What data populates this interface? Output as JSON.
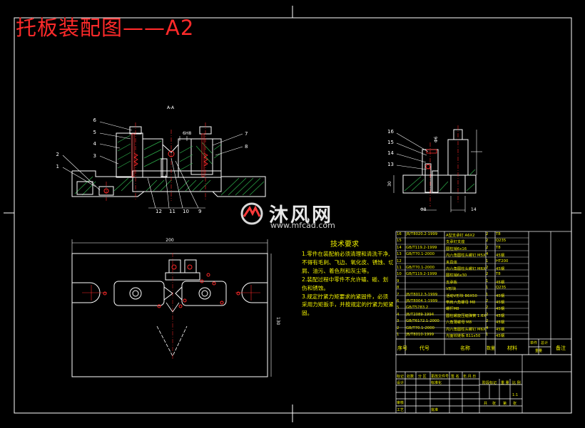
{
  "title": "托板装配图——A2",
  "section_label": "A-A",
  "part_callouts_front": [
    "6",
    "5",
    "4",
    "3",
    "2",
    "1",
    "7",
    "8",
    "12",
    "11",
    "10",
    "9"
  ],
  "part_callouts_side": [
    "16",
    "15",
    "14",
    "13"
  ],
  "dimensions": {
    "top_plan_width": "200",
    "top_plan_height": "130",
    "side_height": "30",
    "side_width": "14"
  },
  "watermark": {
    "brand": "沐风网",
    "url": "www.mfcad.com"
  },
  "tech_requirements": {
    "title": "技术要求",
    "lines": [
      "1.零件在装配前必须清理和清洗干净,",
      "不得有毛刺、飞边、氧化皮、锈蚀、切",
      "屑、油污、着色剂和灰尘等。",
      "2.装配过程中零件不允许磕、碰、划",
      "伤和锈蚀。",
      "3.规定拧紧力矩要求的紧固件，必须",
      "采用力矩扳手，并按规定的拧紧力矩紧",
      "固。"
    ]
  },
  "bom": {
    "rows": [
      {
        "no": "16",
        "code": "JB/T8020.2-1999",
        "name": "A型支承钉 A6X2",
        "qty": "2",
        "mat": "T8"
      },
      {
        "no": "15",
        "code": "",
        "name": "支承钉支座",
        "qty": "2",
        "mat": "Q235"
      },
      {
        "no": "14",
        "code": "GB/T119.2-1999",
        "name": "圆柱销6x16",
        "qty": "2",
        "mat": "T8"
      },
      {
        "no": "13",
        "code": "GB/T70.1-2000",
        "name": "内六角圆柱头螺钉 M5X12",
        "qty": "4",
        "mat": "45钢"
      },
      {
        "no": "12",
        "code": "",
        "name": "夹具体",
        "qty": "1",
        "mat": "HT200"
      },
      {
        "no": "11",
        "code": "GB/T70.1-2000",
        "name": "内六角圆柱头螺钉 M6X20",
        "qty": "2",
        "mat": "45钢"
      },
      {
        "no": "10",
        "code": "GB/T119.2-1999",
        "name": "圆柱销6x30",
        "qty": "2",
        "mat": "T8"
      },
      {
        "no": "9",
        "code": "",
        "name": "支承板",
        "qty": "1",
        "mat": "45钢"
      },
      {
        "no": "8",
        "code": "",
        "name": "V形块",
        "qty": "1",
        "mat": "Q235"
      },
      {
        "no": "7",
        "code": "JB/T8012.3-1999",
        "name": "活动V形块 B6X50",
        "qty": "1",
        "mat": "45钢"
      },
      {
        "no": "6",
        "code": "JB/T8004.1-1999",
        "name": "带肩六角螺母 M8",
        "qty": "2",
        "mat": "45钢"
      },
      {
        "no": "5",
        "code": "GB/T5783.2",
        "name": "螺杆M8",
        "qty": "2",
        "mat": "45钢"
      },
      {
        "no": "4",
        "code": "JB/T2089-1994",
        "name": "圆柱螺旋压缩弹簧 1.6X8X18.5",
        "qty": "2",
        "mat": "45钢"
      },
      {
        "no": "3",
        "code": "GB/T6172.1-2000",
        "name": "六角薄螺母 M8",
        "qty": "2",
        "mat": "45钢"
      },
      {
        "no": "2",
        "code": "GB/T70.1-2000",
        "name": "内六角圆柱头螺钉 M6X25",
        "qty": "4",
        "mat": "45钢"
      },
      {
        "no": "1",
        "code": "JB/T8010-1999",
        "name": "光面铰链板 B11x50",
        "qty": "1",
        "mat": "45钢"
      }
    ],
    "header": {
      "no": "序号",
      "code": "代号",
      "name": "名称",
      "qty": "数量",
      "mat": "材料",
      "single": "单件",
      "total": "总计",
      "weight": "重量",
      "remark": "备注"
    }
  },
  "title_block": {
    "labels": [
      "标记",
      "处数",
      "分 区",
      "更改文件号",
      "签 名",
      "年.月.日",
      "设计",
      "标准化",
      "审核",
      "工艺",
      "批准",
      "阶段标记",
      "重 量",
      "比 例",
      "共",
      "张",
      "第",
      "张"
    ],
    "scale": "1:1"
  },
  "colors": {
    "background": "#000000",
    "line": "#ffffff",
    "title": "#ff2a2a",
    "annotation": "#f2f200",
    "section": "#2fb24c",
    "accent_red": "#ff2a2a",
    "watermark": "#e8e8e8"
  }
}
